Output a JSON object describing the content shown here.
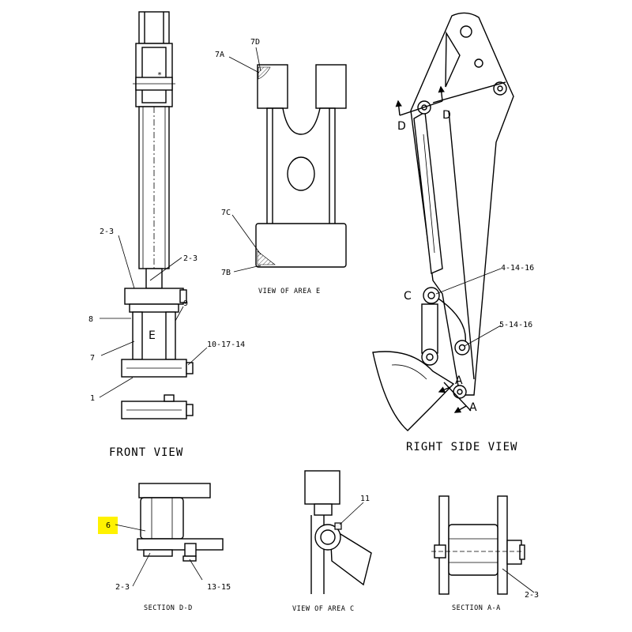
{
  "views": {
    "front_view": "FRONT VIEW",
    "right_side_view": "RIGHT SIDE VIEW",
    "view_area_e": "VIEW OF AREA E",
    "section_dd": "SECTION D-D",
    "view_area_c": "VIEW OF AREA C",
    "section_aa": "SECTION A-A"
  },
  "callouts": {
    "front": {
      "c23_top": "2-3",
      "c23_mid": "2-3",
      "c8": "8",
      "c9": "9",
      "c7": "7",
      "c101714": "10-17-14",
      "c1": "1",
      "area_e": "E"
    },
    "area_e": {
      "c7a": "7A",
      "c7d": "7D",
      "c7c": "7C",
      "c7b": "7B"
    },
    "side": {
      "d_left": "D",
      "d_right": "D",
      "c41416": "4-14-16",
      "c": "C",
      "c51416": "5-14-16",
      "a_top": "A",
      "a_bottom": "A"
    },
    "section_dd": {
      "c6": "6",
      "c23": "2-3",
      "c1315": "13-15"
    },
    "area_c": {
      "c11": "11"
    },
    "section_aa": {
      "c23": "2-3"
    }
  },
  "highlight_color": "#fff200"
}
